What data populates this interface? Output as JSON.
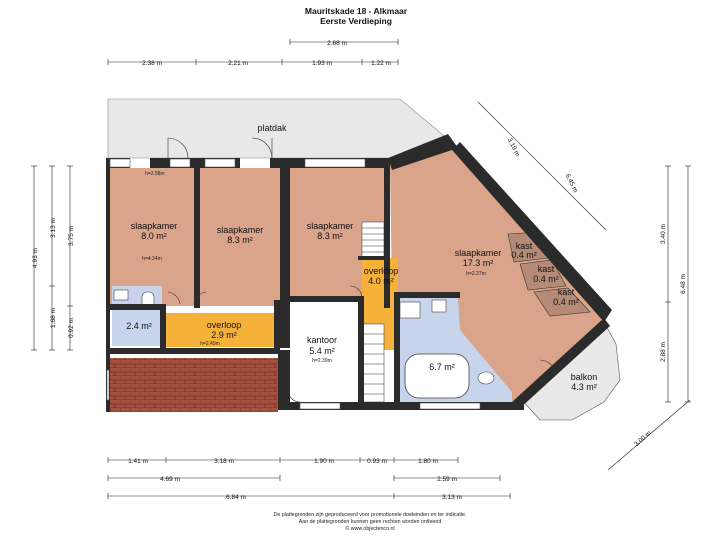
{
  "header": {
    "line1": "Mauritskade 18 - Alkmaar",
    "line2": "Eerste Verdieping"
  },
  "rooms": {
    "platdak": {
      "name": "platdak"
    },
    "slaap1": {
      "name": "slaapkamer",
      "area": "8.0 m²",
      "h1": "h=2.58m",
      "h2": "h=4.24m"
    },
    "slaap2": {
      "name": "slaapkamer",
      "area": "8.3 m²"
    },
    "slaap3": {
      "name": "slaapkamer",
      "area": "8.3 m²"
    },
    "slaap4": {
      "name": "slaapkamer",
      "area": "17.3 m²",
      "h": "h=2.37m"
    },
    "kast1": {
      "name": "kast",
      "area": "0.4 m²"
    },
    "kast2": {
      "name": "kast",
      "area": "0.4 m²"
    },
    "kast3": {
      "name": "kast",
      "area": "0.4 m²"
    },
    "overloop_top": {
      "name": "overloop",
      "area": "4.0 m²"
    },
    "overloop_bot": {
      "name": "overloop",
      "area": "2.9 m²",
      "h": "h=2.49m"
    },
    "toilet": {
      "area": "2.4 m²"
    },
    "kantoor": {
      "name": "kantoor",
      "area": "5.4 m²",
      "h": "h=2.39m"
    },
    "badkamer": {
      "area": "6.7 m²"
    },
    "balkon": {
      "name": "balkon",
      "area": "4.3 m²"
    }
  },
  "dims": {
    "top_268": "2.68 m",
    "top_238": "2.38 m",
    "top_221": "2.21 m",
    "top_193": "1.93 m",
    "top_122": "1.22 m",
    "left_493": "4.93 m",
    "left_313": "3.13 m",
    "left_375": "3.75 m",
    "left_168": "1.68 m",
    "left_092": "0.92 m",
    "right_340": "3.40 m",
    "right_648": "6.48 m",
    "right_288": "2.88 m",
    "diag_319": "3.19 m",
    "diag_645": "6.45 m",
    "diag_300": "3.00 m",
    "bot_141": "1.41 m",
    "bot_318": "3.18 m",
    "bot_190": "1.90 m",
    "bot_093": "0.93 m",
    "bot_180": "1.80 m",
    "bot_469": "4.69 m",
    "bot_259": "2.59 m",
    "bot_684": "6.84 m",
    "bot_313": "3.13 m"
  },
  "footer": {
    "line1": "De plattegronden zijn geproduceerd voor promotionele doeleinden en ter indicatie.",
    "line2": "Aan de plattegronden kunnen geen rechten worden ontleend",
    "line3": "© www.objectenco.nl"
  },
  "colors": {
    "bedroom": "#d9a48a",
    "hall": "#f6b13a",
    "bath": "#c8d4ec",
    "roof": "#e8e8e8",
    "tiles": "#a5513f",
    "wall": "#2b2b2b"
  }
}
